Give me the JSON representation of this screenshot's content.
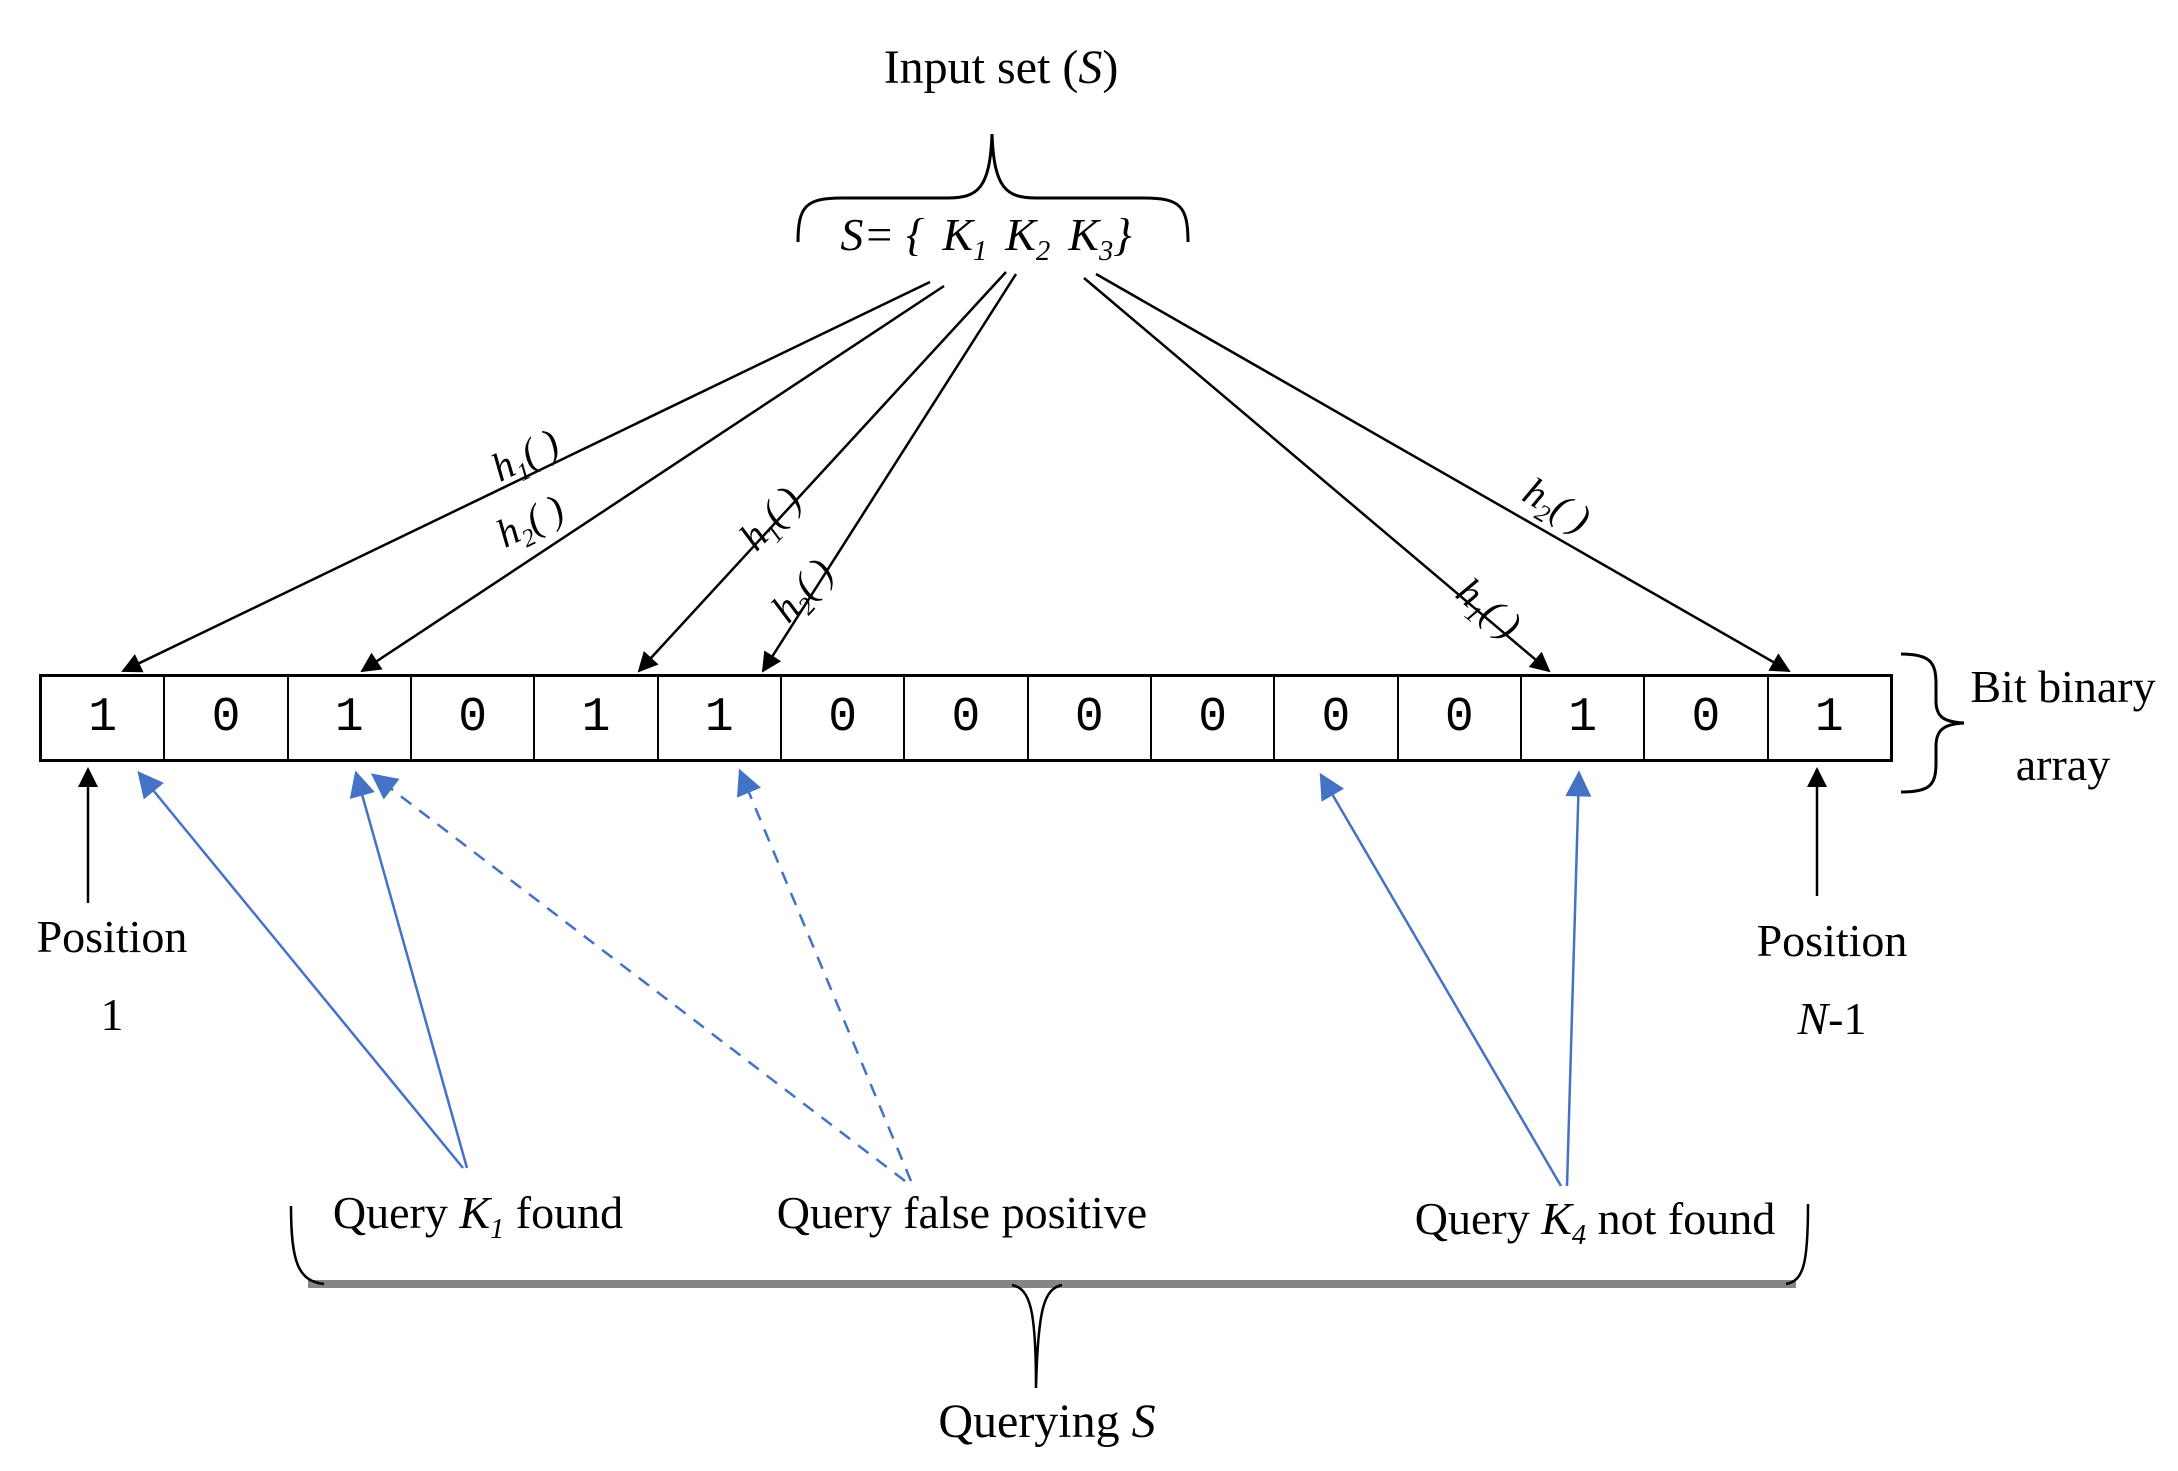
{
  "colors": {
    "ink": "#000000",
    "accent_blue": "#4472C4",
    "brace_gray": "#858585"
  },
  "input_set": {
    "title_pre": "Input set (",
    "title_s": "S",
    "title_post": ")"
  },
  "set_expr": {
    "s_eq": "S=",
    "open": " {",
    "k1": "K",
    "k1_sub": "1",
    "k2": "K",
    "k2_sub": "2",
    "k3": "K",
    "k3_sub": "3",
    "close": "}"
  },
  "hash_labels": [
    {
      "h": "h",
      "sub": "1",
      "parens": "( )"
    },
    {
      "h": "h",
      "sub": "2",
      "parens": "( )"
    },
    {
      "h": "h",
      "sub": "1",
      "parens": "( )"
    },
    {
      "h": "h",
      "sub": "2",
      "parens": "( )"
    },
    {
      "h": "h",
      "sub": "2",
      "parens": "( )"
    },
    {
      "h": "h",
      "sub": "1",
      "parens": "( )"
    }
  ],
  "bit_array": {
    "cells": [
      "1",
      "0",
      "1",
      "0",
      "1",
      "1",
      "0",
      "0",
      "0",
      "0",
      "0",
      "0",
      "1",
      "0",
      "1"
    ],
    "label_line1": "Bit binary",
    "label_line2": "array"
  },
  "positions": {
    "left_line1": "Position",
    "left_line2": "1",
    "right_line1": "Position",
    "right_n": "N",
    "right_rest": "-1"
  },
  "queries": {
    "k1_pre": "Query ",
    "k1_k": "K",
    "k1_sub": "1",
    "k1_post": " found",
    "false_positive": "Query false positive",
    "k4_pre": "Query ",
    "k4_k": "K",
    "k4_sub": "4",
    "k4_post": " not found",
    "querying_pre": "Querying ",
    "querying_s": "S"
  }
}
